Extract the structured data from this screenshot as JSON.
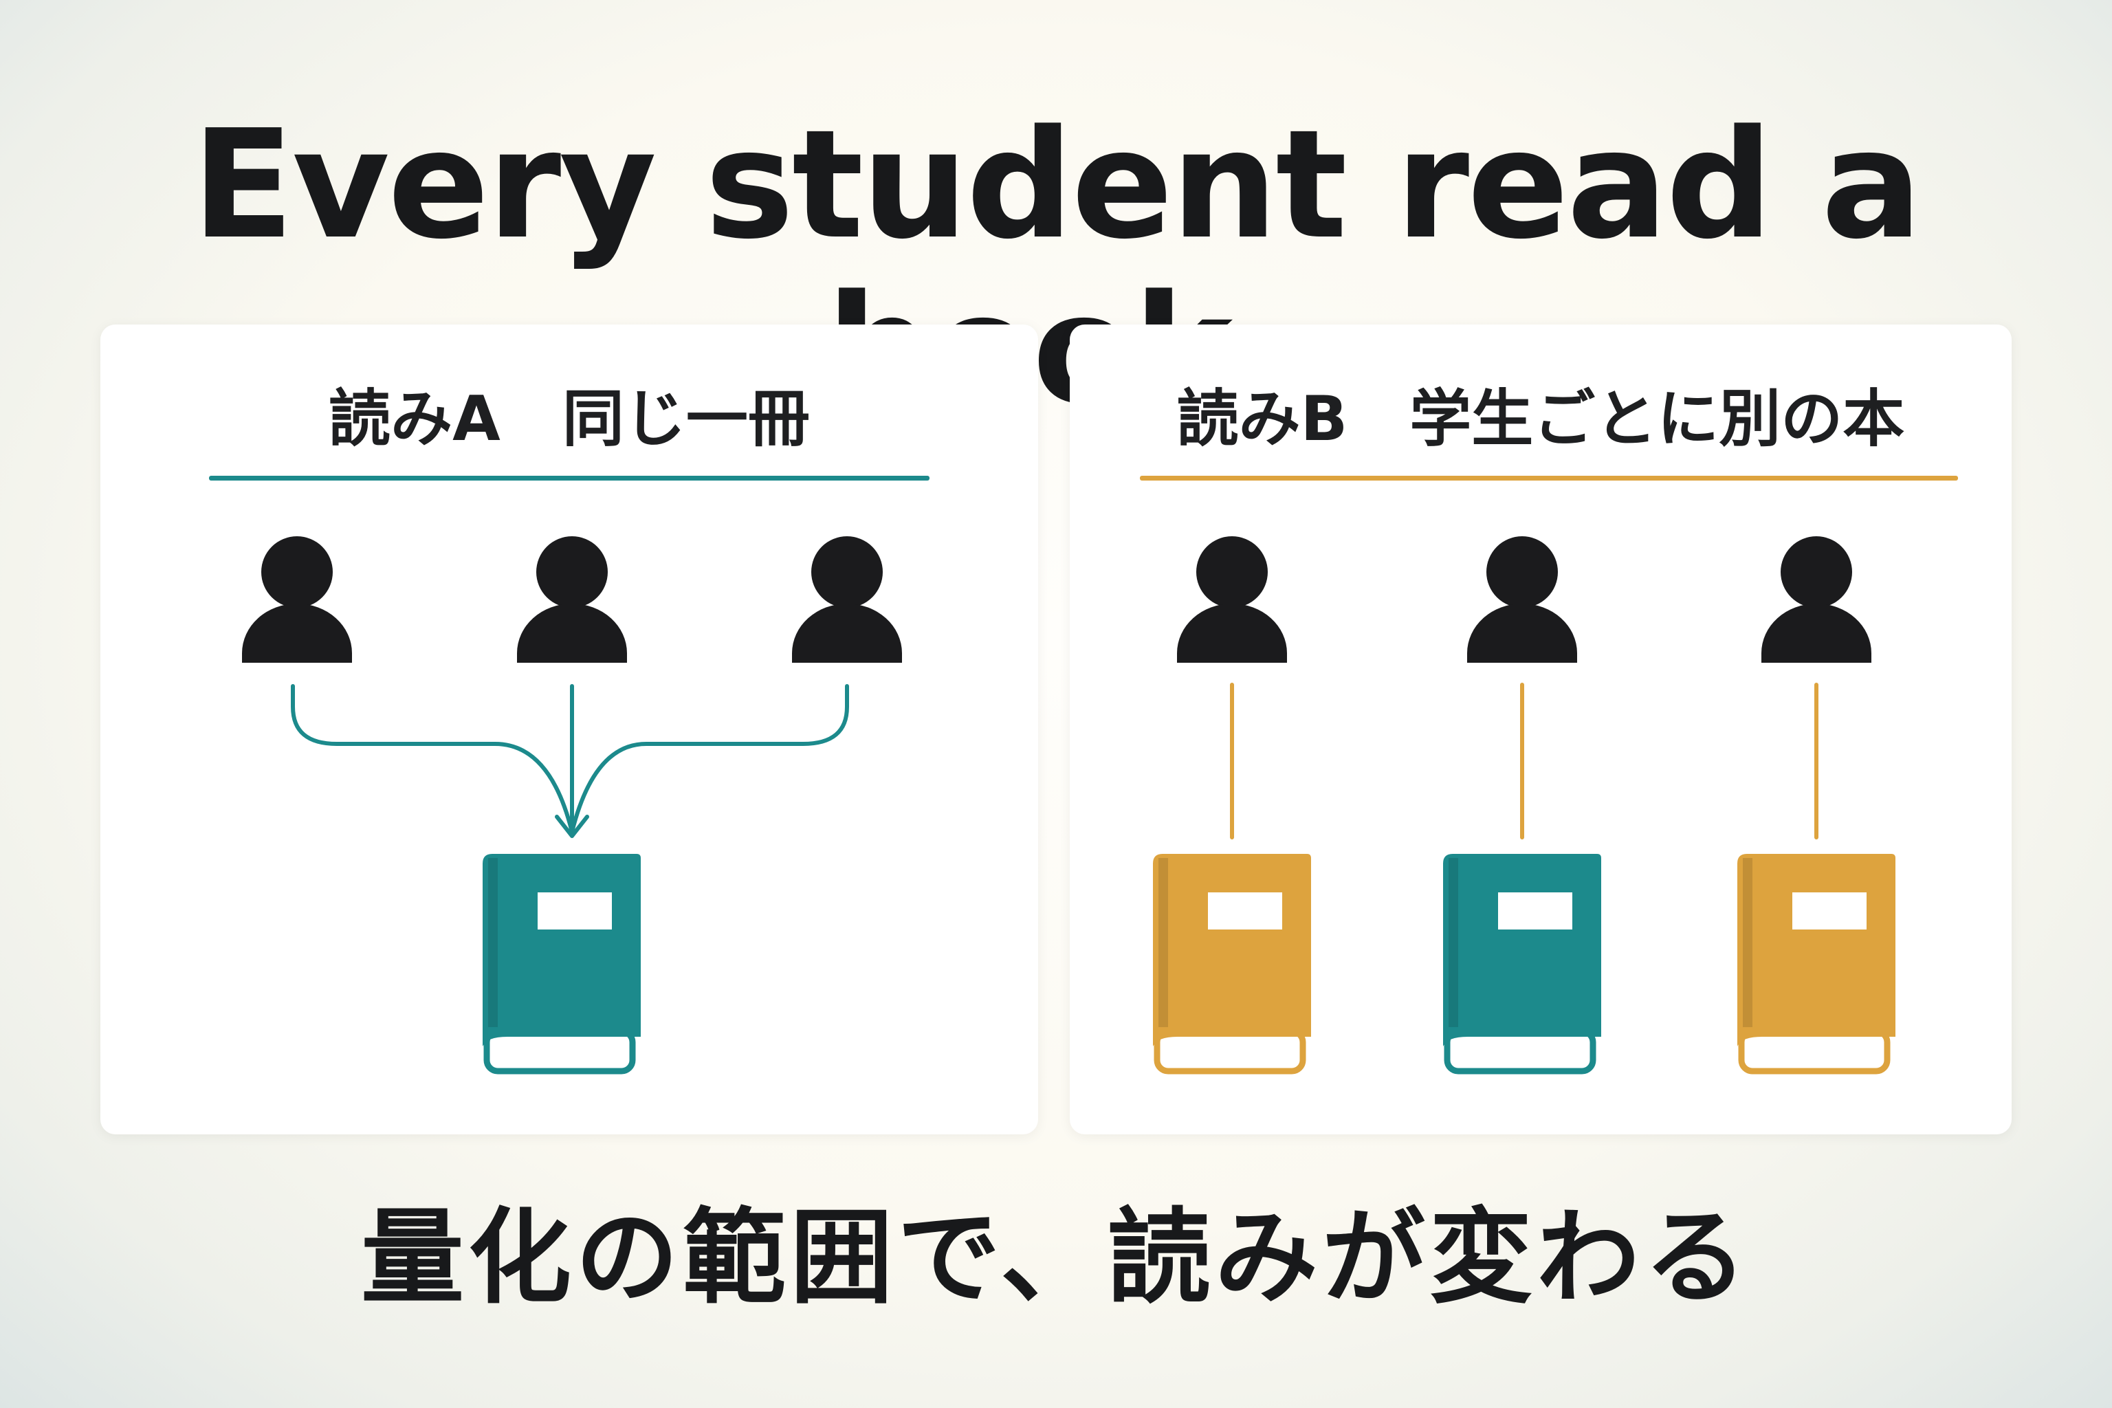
{
  "title": "Every student read a book.",
  "reading_a": {
    "heading": "読みA　同じ一冊",
    "students": 3,
    "books": 1
  },
  "reading_b": {
    "heading": "読みB　学生ごとに別の本",
    "students": 3,
    "books": 3
  },
  "footer": "量化の範囲で、読みが変わる",
  "icons": [
    "person-icon",
    "book-icon",
    "arrow-icon"
  ],
  "colors": {
    "teal": "#1c8a8c",
    "gold": "#dda33e",
    "ink": "#1b1b1d",
    "panel": "#ffffff"
  }
}
